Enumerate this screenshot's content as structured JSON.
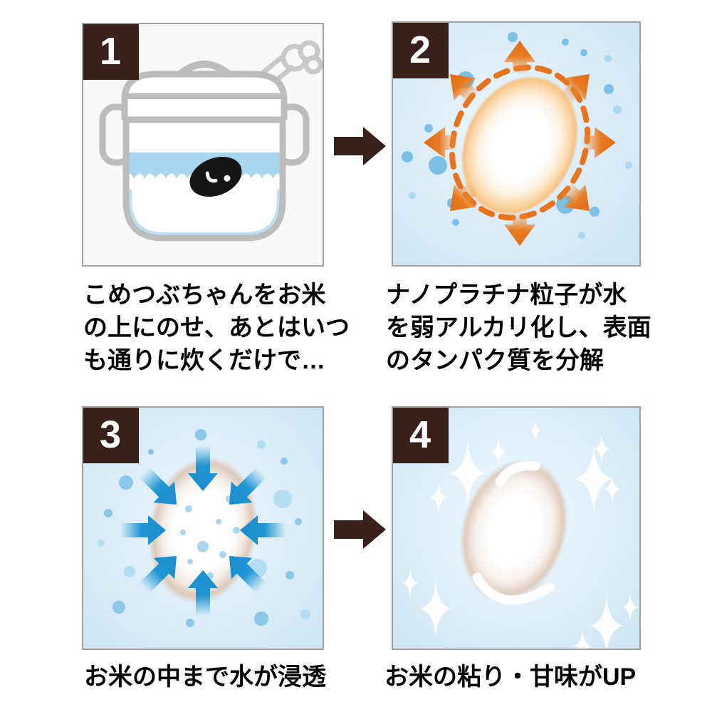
{
  "title": "rice-product-4-step-process",
  "colors": {
    "accent_brown": "#38211a",
    "panel_gray_bg": "#f8f8f8",
    "panel_blue_bg": "#d9ecf8",
    "panel_border": "#a0a0a0",
    "cooker_outline_gray": "#bcbcbc",
    "water_blue": "#a8d6ee",
    "dot_blue": "#7cc0e5",
    "dot_blue_light": "#abd9f0",
    "orange_arrow": "#e8791f",
    "orange_dash": "#e8731c",
    "blue_arrow": "#2196d4",
    "grain_rim_orange": "#f6c488",
    "grain_rim_tan": "#ddcabb",
    "sparkle_white": "#ffffff",
    "text_black": "#000000"
  },
  "flow": {
    "arrow_color": "#38211a",
    "arrows": [
      {
        "direction": "right"
      },
      {
        "direction": "right"
      }
    ]
  },
  "steps": [
    {
      "number": "1",
      "caption": [
        "こめつぶちゃんをお米",
        "の上にのせ、あとはいつ",
        "も通りに炊くだけで…"
      ],
      "illustration": "rice-cooker-with-komerubu-character-and-steam"
    },
    {
      "number": "2",
      "caption": [
        "ナノプラチナ粒子が水",
        "を弱アルカリ化し、表面",
        "のタンパク質を分解"
      ],
      "illustration": "rice-grain-with-outward-orange-arrows-and-dashed-membrane"
    },
    {
      "number": "3",
      "caption": [
        "お米の中まで水が浸透"
      ],
      "illustration": "rice-grain-with-inward-blue-arrows-and-water-dots"
    },
    {
      "number": "4",
      "caption": [
        "お米の粘り・甘味がUP"
      ],
      "illustration": "shiny-rice-grain-with-sparkles"
    }
  ]
}
